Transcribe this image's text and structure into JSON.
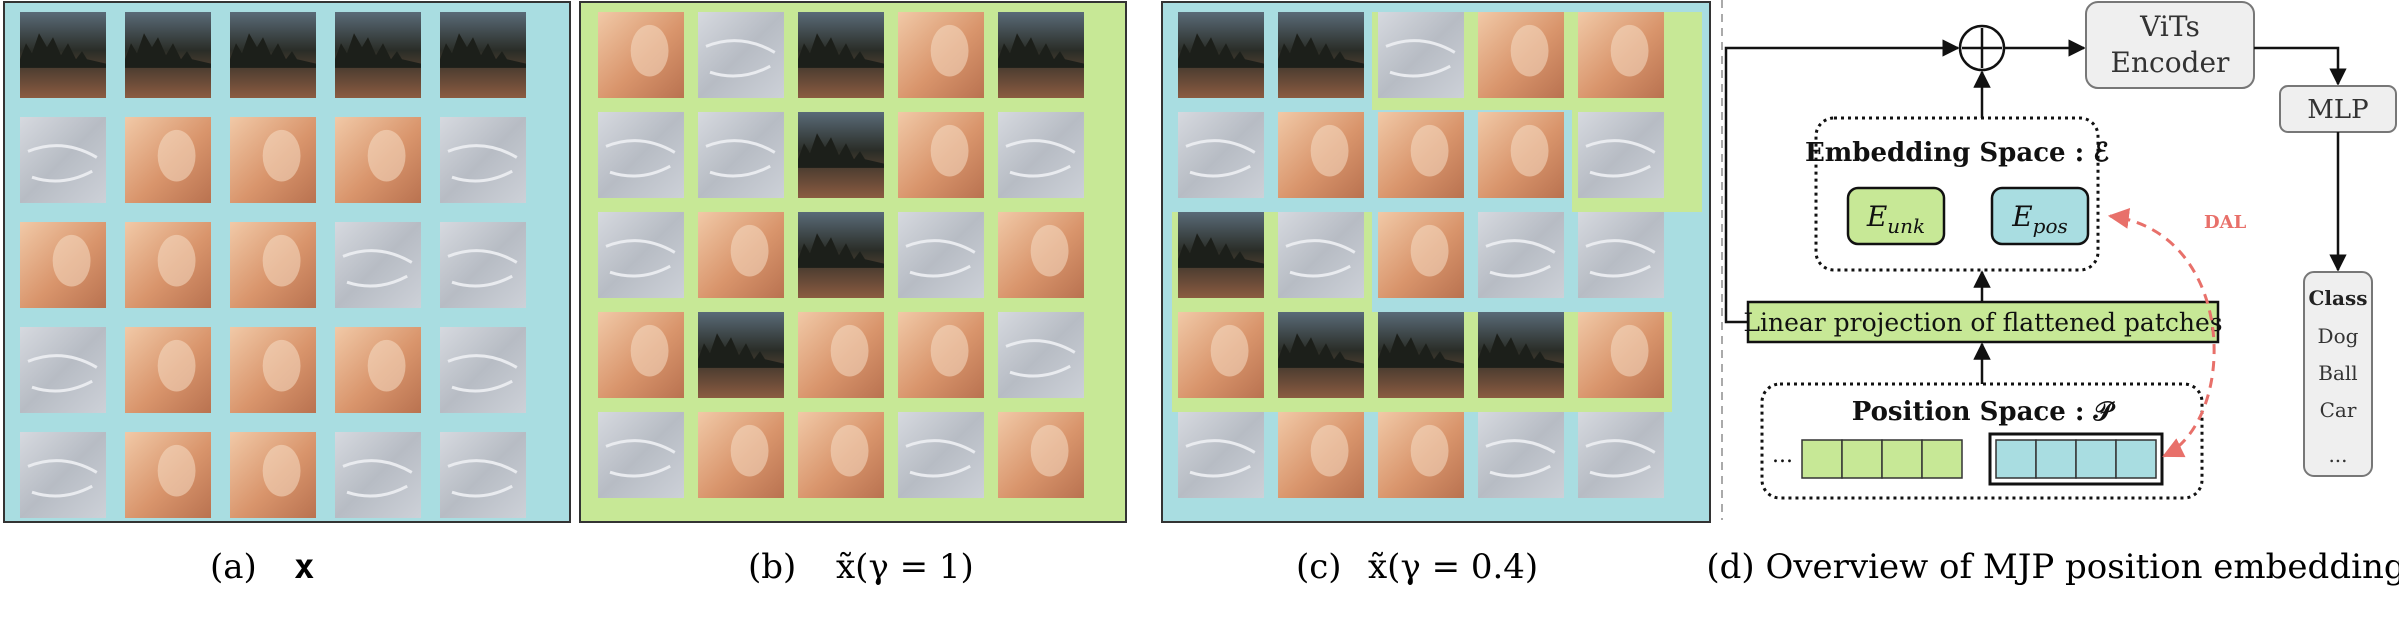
{
  "panels": {
    "a": {
      "caption_letter": "(a)",
      "caption_math": "x",
      "border_color": "#a9dde1",
      "grid": [
        [
          "trees",
          "trees",
          "trees",
          "trees",
          "trees"
        ],
        [
          "snow",
          "dog",
          "dog",
          "dog",
          "snow"
        ],
        [
          "dog",
          "dog",
          "dog",
          "snow",
          "snow"
        ],
        [
          "snow",
          "dog",
          "dog",
          "dog",
          "snow"
        ],
        [
          "snow",
          "dog",
          "dog",
          "snow",
          "snow"
        ]
      ]
    },
    "b": {
      "caption_letter": "(b)",
      "caption_math": "x̃(γ = 1)",
      "border_color": "#c7e896",
      "grid": [
        [
          "dog",
          "snow",
          "trees",
          "dog",
          "trees"
        ],
        [
          "snow",
          "snow",
          "trees",
          "dog",
          "snow"
        ],
        [
          "snow",
          "dog",
          "trees",
          "snow",
          "dog"
        ],
        [
          "dog",
          "trees",
          "dog",
          "dog",
          "snow"
        ],
        [
          "snow",
          "dog",
          "dog",
          "snow",
          "dog"
        ]
      ]
    },
    "c": {
      "caption_letter": "(c)",
      "caption_math": "x̃(γ = 0.4)",
      "grid": [
        [
          "trees",
          "trees",
          "snow",
          "dog",
          "dog"
        ],
        [
          "snow",
          "dog",
          "dog",
          "dog",
          "snow"
        ],
        [
          "trees",
          "snow",
          "dog",
          "snow",
          "snow"
        ],
        [
          "dog",
          "trees",
          "trees",
          "trees",
          "dog"
        ],
        [
          "snow",
          "dog",
          "dog",
          "snow",
          "snow"
        ]
      ]
    }
  },
  "diagram": {
    "vit_line1": "ViTs",
    "vit_line2": "Encoder",
    "mlp": "MLP",
    "embedding_title": "Embedding Space : ℰ",
    "e_unk_base": "E",
    "e_unk_sub": "unk",
    "e_pos_base": "E",
    "e_pos_sub": "pos",
    "dal": "DAL",
    "linear_projection": "Linear projection of flattened patches",
    "position_title": "Position Space : 𝒫",
    "ellipsis": "...",
    "classes_title": "Class",
    "classes": [
      "Dog",
      "Ball",
      "Car",
      "..."
    ],
    "caption": "(d) Overview of MJP position embedding"
  },
  "colors": {
    "blue": "#a9dde1",
    "green": "#c7e896",
    "dal_arrow": "#e8706a"
  }
}
